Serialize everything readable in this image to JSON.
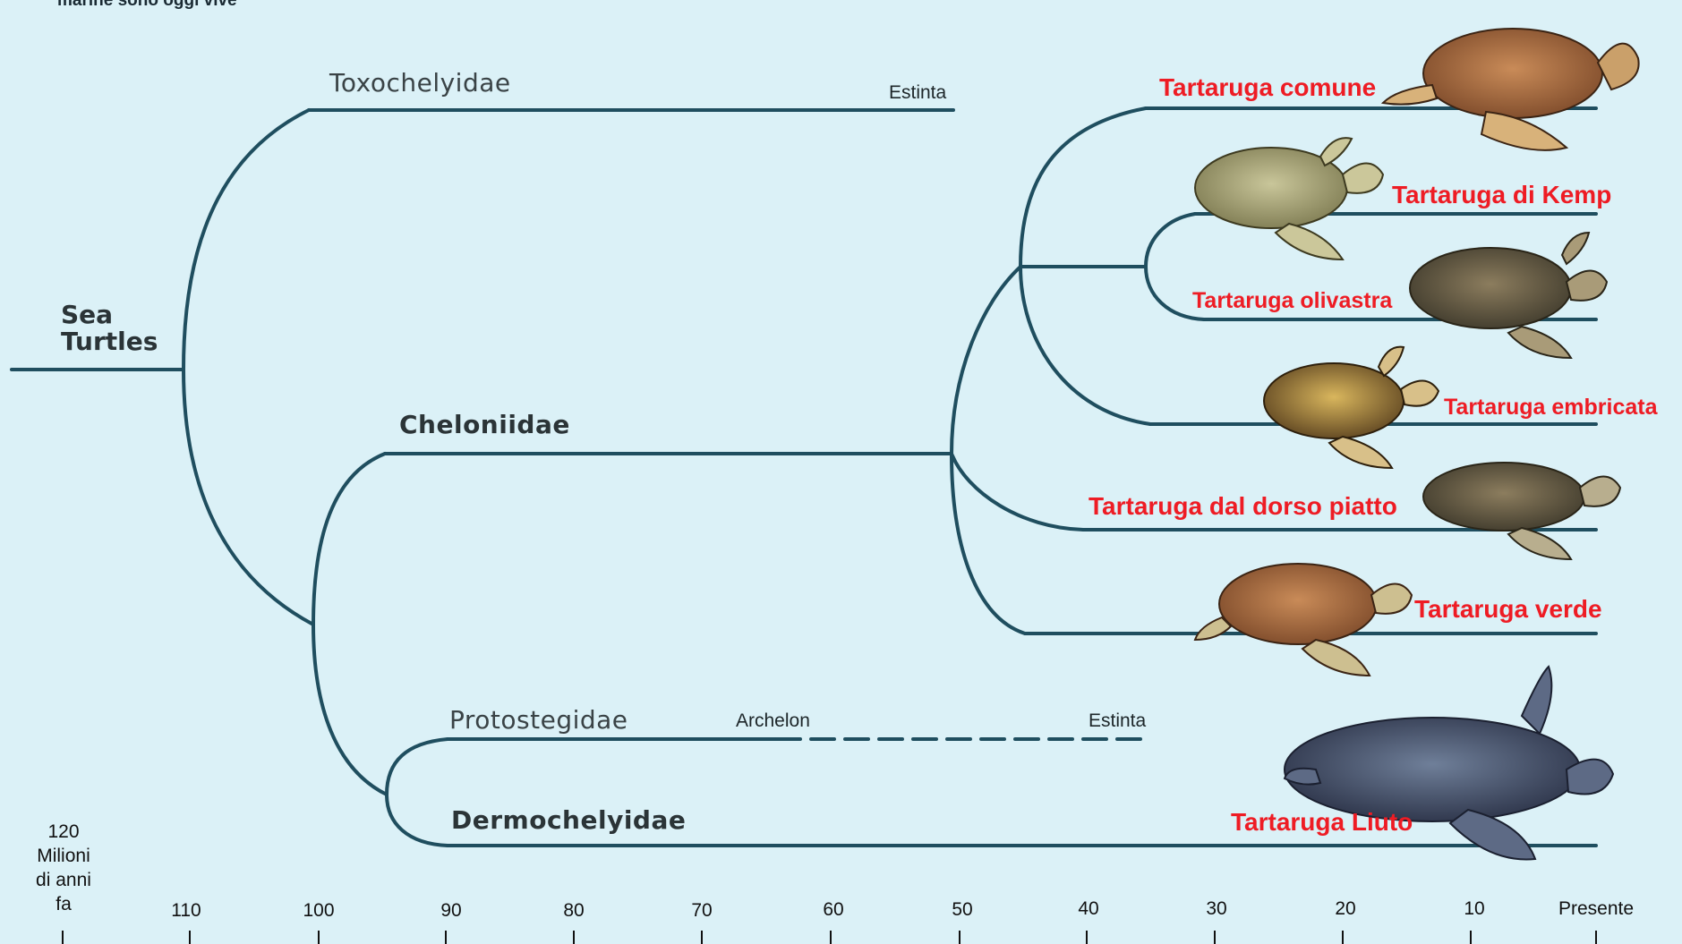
{
  "caption": "marine sono oggi vive",
  "root": {
    "line1": "Sea",
    "line2": "Turtles"
  },
  "clades": {
    "toxochelyidae": "Toxochelyidae",
    "cheloniidae": "Cheloniidae",
    "protostegidae": "Protostegidae",
    "dermochelyidae": "Dermochelyidae"
  },
  "notes": {
    "extinct_toxo": "Estinta",
    "archelon": "Archelon",
    "extinct_proto": "Estinta"
  },
  "species": {
    "comune": "Tartaruga comune",
    "kemp": "Tartaruga di Kemp",
    "olivastra": "Tartaruga olivastra",
    "embricata": "Tartaruga embricata",
    "dorso_piatto": "Tartaruga dal dorso piatto",
    "verde": "Tartaruga verde",
    "liuto": "Tartaruga Liuto"
  },
  "axis": {
    "title_lines": [
      "120",
      "Milioni",
      "di anni",
      "fa"
    ],
    "ticks": [
      "110",
      "100",
      "90",
      "80",
      "70",
      "60",
      "50",
      "40",
      "30",
      "20",
      "10",
      "Presente"
    ]
  },
  "colors": {
    "background": "#dbf1f7",
    "branch": "#1f4e5f",
    "species_label": "#ee1c24"
  },
  "icons": {
    "turtle": "sea-turtle-illustration",
    "leatherback": "leatherback-turtle-illustration"
  }
}
